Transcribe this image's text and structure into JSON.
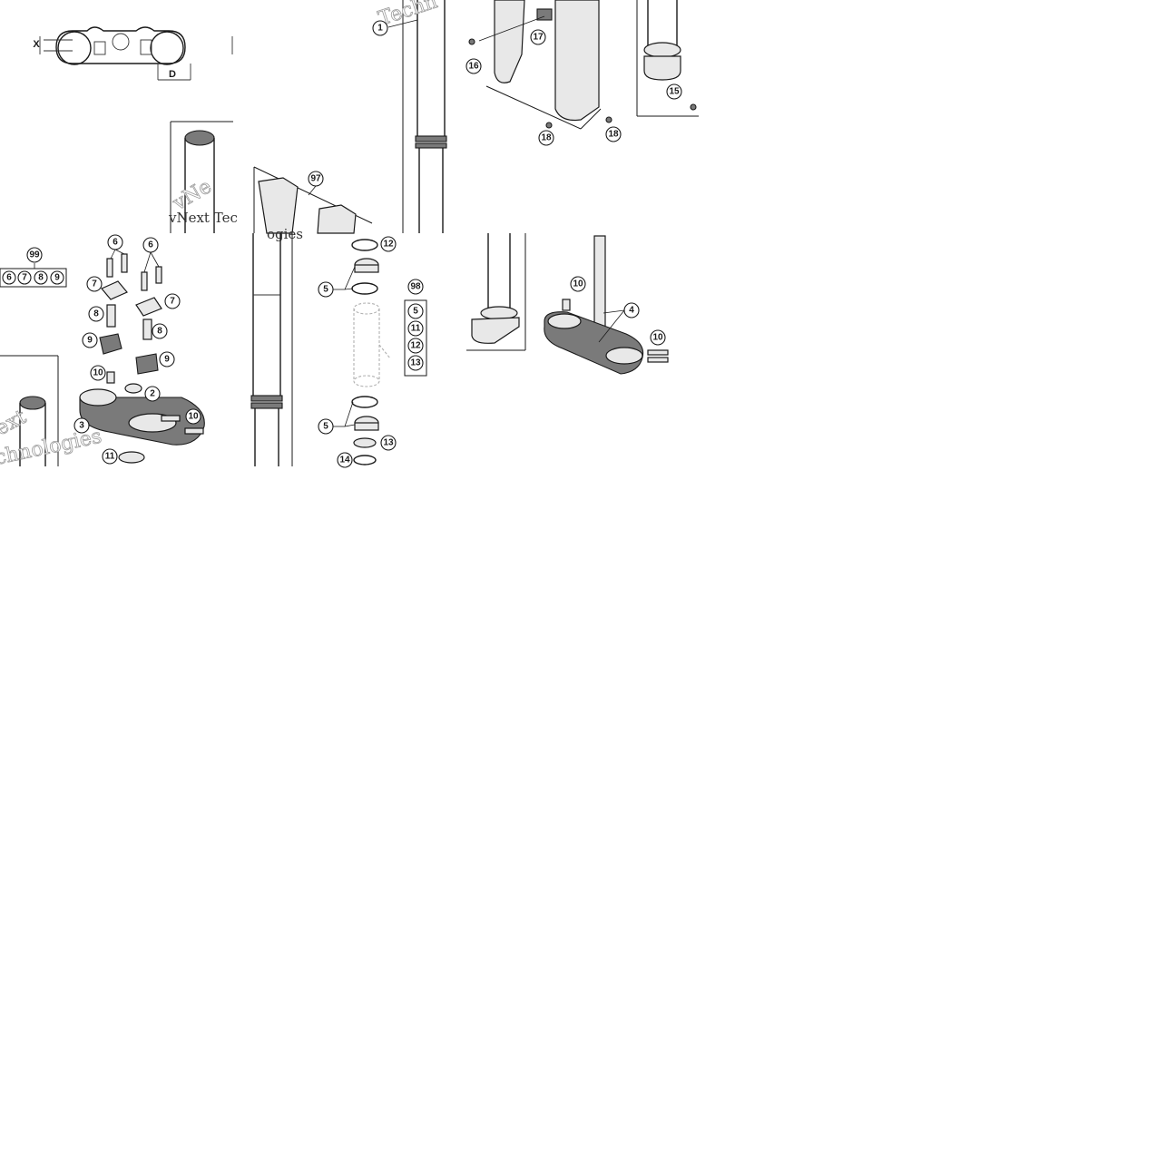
{
  "watermarks": {
    "w1": "Techn",
    "w2": "vNext Tec",
    "w3": "vNe",
    "w4": "ogies",
    "w5": "ext",
    "w6": "chnologies"
  },
  "dimensions": {
    "x_label": "X",
    "d_label": "D"
  },
  "callouts": {
    "c1": "1",
    "c2": "2",
    "c3": "3",
    "c4": "4",
    "c5a": "5",
    "c5b": "5",
    "c5c": "5",
    "c6a": "6",
    "c6b": "6",
    "c6c": "6",
    "c7a": "7",
    "c7b": "7",
    "c7c": "7",
    "c8a": "8",
    "c8b": "8",
    "c8c": "8",
    "c9a": "9",
    "c9b": "9",
    "c9c": "9",
    "c10a": "10",
    "c10b": "10",
    "c10c": "10",
    "c10d": "10",
    "c11a": "11",
    "c11b": "11",
    "c12a": "12",
    "c12b": "12",
    "c13a": "13",
    "c13b": "13",
    "c14": "14",
    "c15": "15",
    "c16": "16",
    "c17": "17",
    "c18a": "18",
    "c18b": "18",
    "c97": "97",
    "c98": "98",
    "c99": "99"
  }
}
